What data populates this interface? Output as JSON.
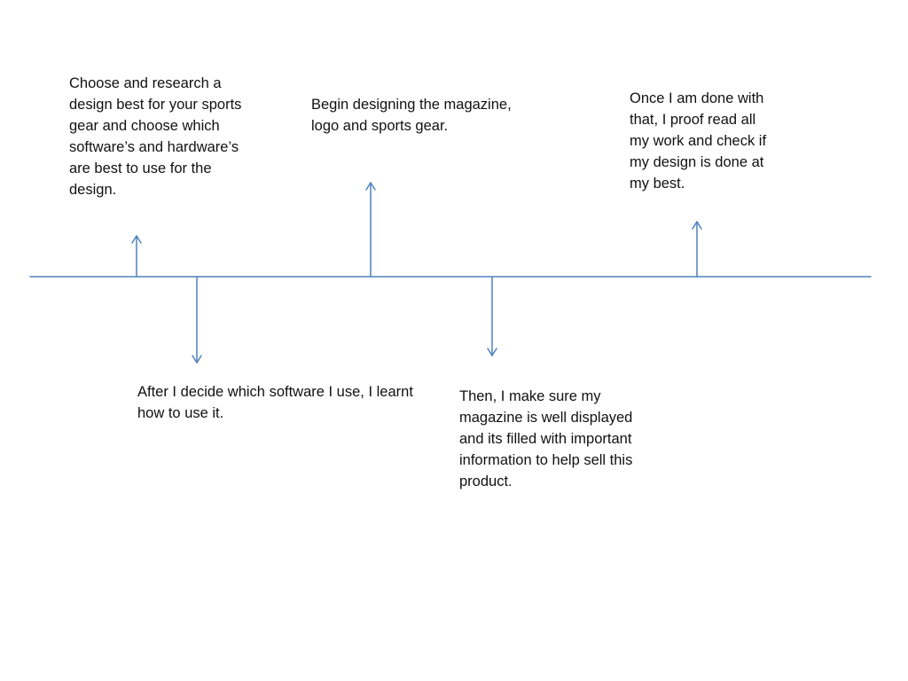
{
  "diagram": {
    "line_color": "#4f81bd",
    "text_color": "#111111",
    "steps": [
      {
        "direction": "up",
        "text": "Choose and research a design best for your sports gear and choose which software’s and hardware’s are best to use for the design."
      },
      {
        "direction": "down",
        "text": "After I decide which software I use, I learnt how to use it."
      },
      {
        "direction": "up",
        "text": "Begin designing the magazine, logo and sports gear."
      },
      {
        "direction": "down",
        "text": "Then, I make sure my magazine is well displayed and its filled with important information to help sell this product."
      },
      {
        "direction": "up",
        "text": "Once I am done with that, I proof read all my work and check if my design is done at my best."
      }
    ]
  }
}
